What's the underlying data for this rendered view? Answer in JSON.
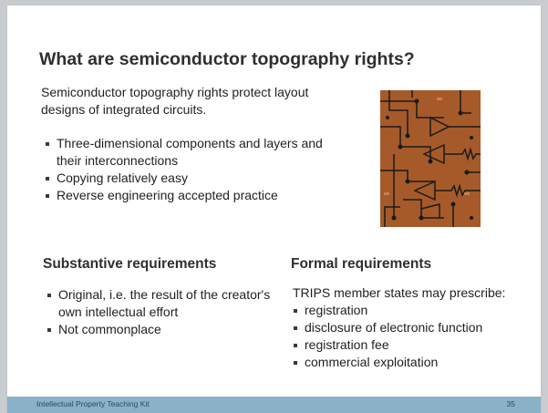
{
  "slide": {
    "title": "What are semiconductor topography rights?",
    "intro": "Semiconductor topography rights protect layout designs of integrated circuits.",
    "top_bullets": [
      "Three-dimensional components and layers and their interconnections",
      "Copying relatively easy",
      "Reverse engineering accepted practice"
    ],
    "image_icon": "circuit-board-image",
    "substantive": {
      "heading": "Substantive requirements",
      "bullets": [
        "Original, i.e. the result of the creator's own intellectual effort",
        "Not commonplace"
      ]
    },
    "formal": {
      "heading": "Formal requirements",
      "intro": "TRIPS member states may prescribe:",
      "bullets": [
        "registration",
        "disclosure of electronic function",
        "registration fee",
        "commercial exploitation"
      ]
    }
  },
  "footer": {
    "text": "Intellectual  Property Teaching Kit",
    "page_number": "35"
  },
  "colors": {
    "footer_band": "#8ab1c8",
    "board": "#a65a2a",
    "traces": "#1a1a1a"
  }
}
